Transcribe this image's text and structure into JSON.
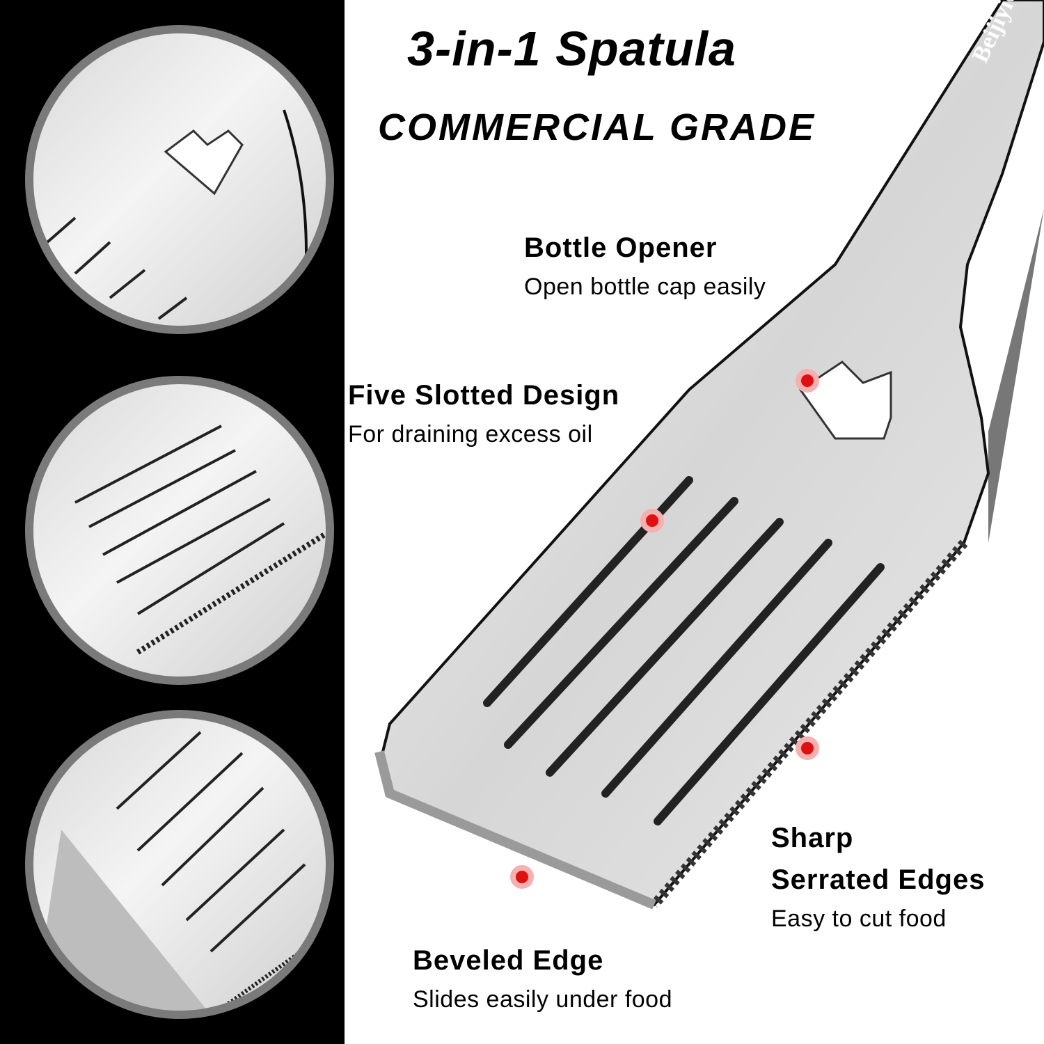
{
  "title": "3-in-1 Spatula",
  "subtitle": "COMMERCIAL GRADE",
  "brand": "Beijiyi®",
  "features": [
    {
      "heading": "Bottle Opener",
      "description": "Open bottle cap easily"
    },
    {
      "heading": "Five Slotted Design",
      "description": "For draining excess oil"
    },
    {
      "heading": "Sharp",
      "heading2": "Serrated Edges",
      "description": "Easy to cut food"
    },
    {
      "heading": "Beveled Edge",
      "description": "Slides easily under food"
    }
  ],
  "colors": {
    "marker": "#e01010",
    "ring": "#7a7a7a",
    "steel": "#d8d8d8"
  }
}
